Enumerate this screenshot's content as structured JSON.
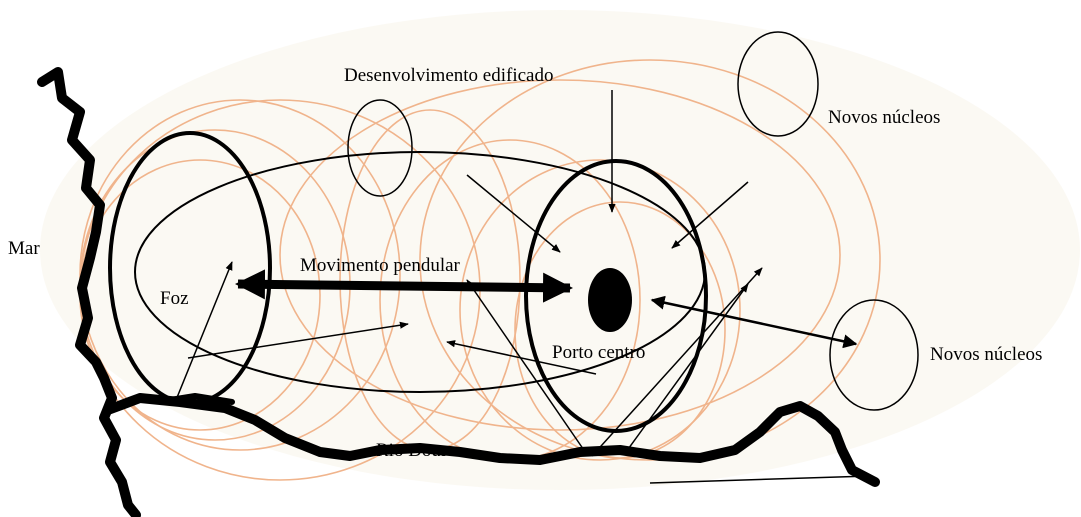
{
  "labels": {
    "desenvolvimento": "Desenvolvimento edificado",
    "novos_nucleos_top": "Novos núcleos",
    "novos_nucleos_right": "Novos núcleos",
    "mar": "Mar",
    "foz": "Foz",
    "movimento": "Movimento pendular",
    "porto_centro": "Porto centro",
    "rio_douro": "Rio Douro"
  },
  "colors": {
    "rings": "#f0b48c",
    "lines": "#000000",
    "halo": "#f7f4ea"
  }
}
